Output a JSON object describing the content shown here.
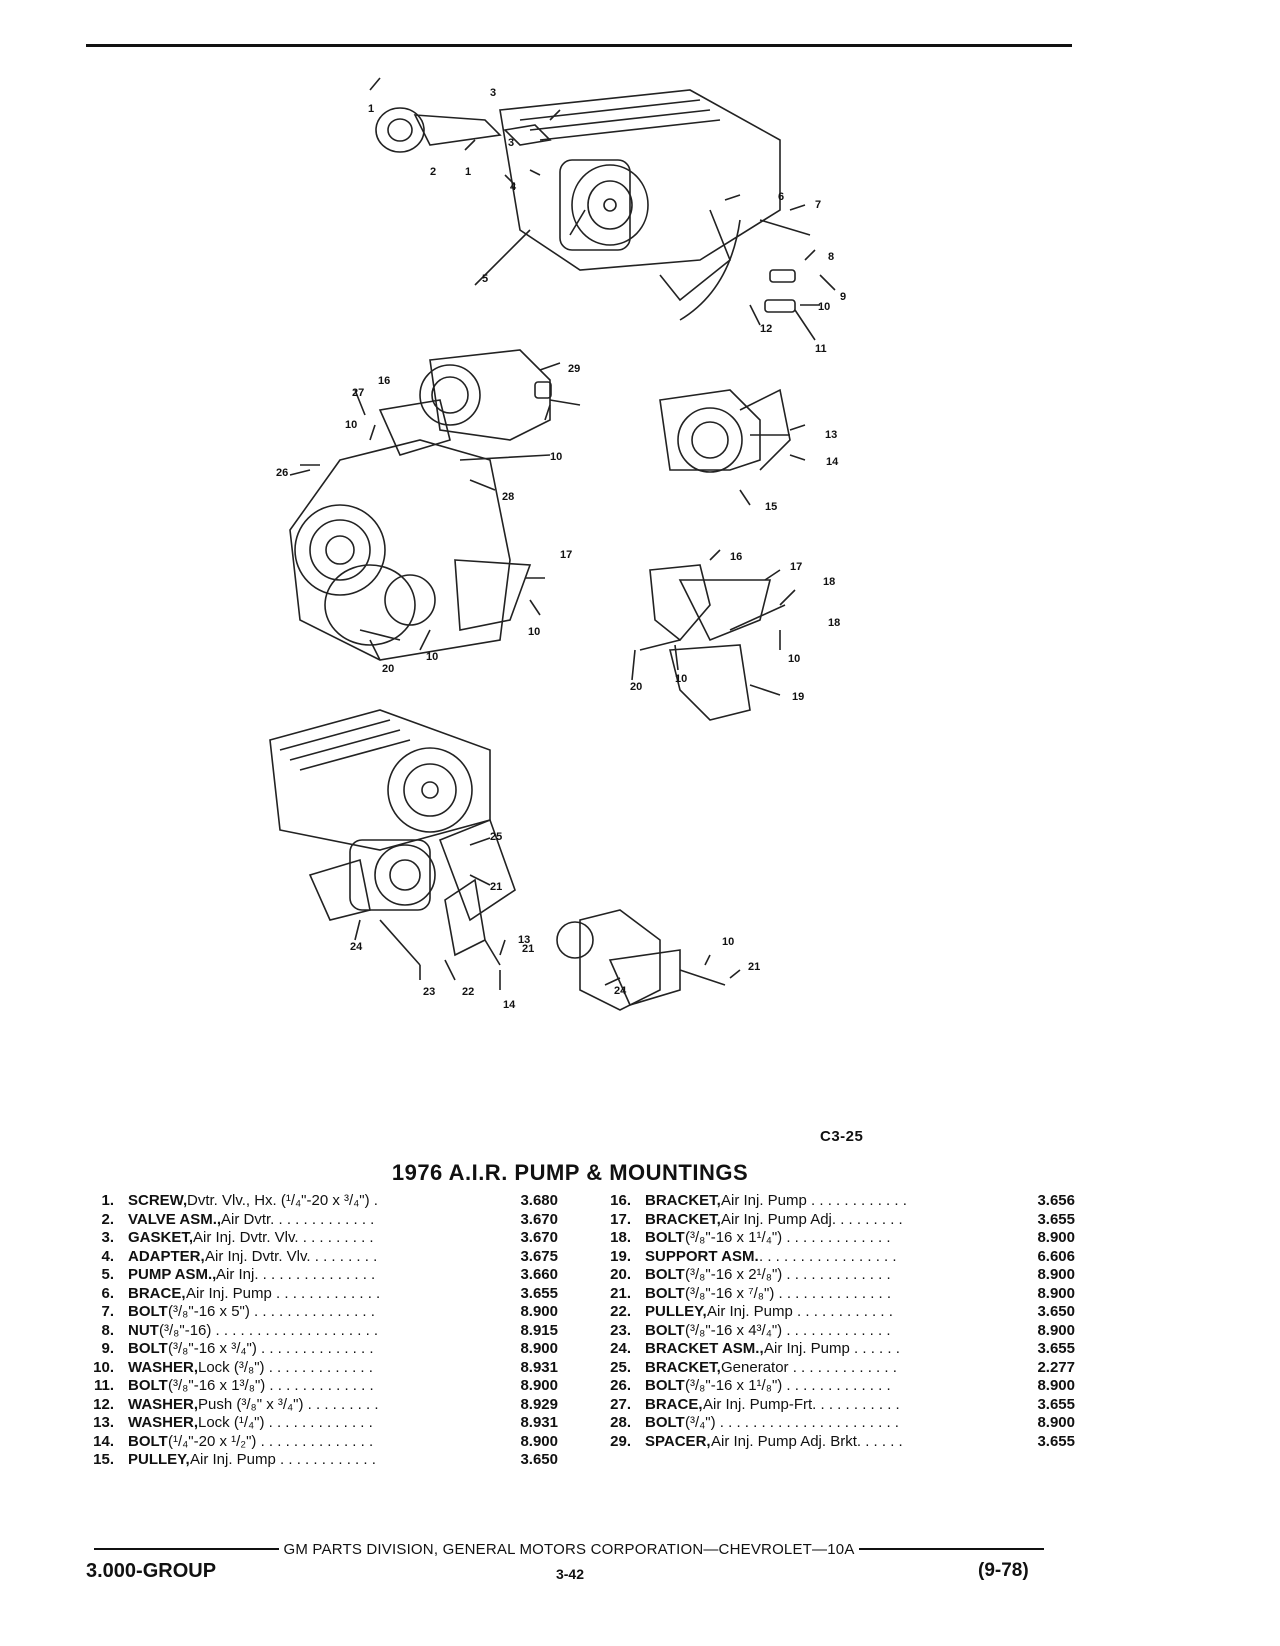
{
  "figure_code": "C3-25",
  "title": "1976 A.I.R. PUMP & MOUNTINGS",
  "callouts": [
    "1",
    "2",
    "3",
    "4",
    "5",
    "6",
    "7",
    "8",
    "9",
    "10",
    "11",
    "12",
    "13",
    "14",
    "15",
    "16",
    "17",
    "18",
    "19",
    "20",
    "21",
    "22",
    "23",
    "24",
    "25",
    "26",
    "27",
    "28",
    "29"
  ],
  "parts_left": [
    {
      "num": "1.",
      "name": "SCREW,",
      "desc": " Dvtr. Vlv., Hx. (¹/₄\"-20 x ³/₄\") .",
      "code": "3.680"
    },
    {
      "num": "2.",
      "name": "VALVE ASM.,",
      "desc": " Air Dvtr. . . . . . . . . . . . .",
      "code": "3.670"
    },
    {
      "num": "3.",
      "name": "GASKET,",
      "desc": " Air Inj. Dvtr. Vlv. . . . . . . . . .",
      "code": "3.670"
    },
    {
      "num": "4.",
      "name": "ADAPTER,",
      "desc": " Air Inj. Dvtr. Vlv. . . . . . . . .",
      "code": "3.675"
    },
    {
      "num": "5.",
      "name": "PUMP ASM.,",
      "desc": " Air Inj. . . . . . . . . . . . . . .",
      "code": "3.660"
    },
    {
      "num": "6.",
      "name": "BRACE,",
      "desc": " Air Inj. Pump . . . . . . . . . . . . .",
      "code": "3.655"
    },
    {
      "num": "7.",
      "name": "BOLT",
      "desc": " (³/₈\"-16 x 5\") . . . . . . . . . . . . . . .",
      "code": "8.900"
    },
    {
      "num": "8.",
      "name": "NUT",
      "desc": " (³/₈\"-16) . . . . . . . . . . . . . . . . . . . .",
      "code": "8.915"
    },
    {
      "num": "9.",
      "name": "BOLT",
      "desc": " (³/₈\"-16 x ³/₄\") . . . . . . . . . . . . . .",
      "code": "8.900"
    },
    {
      "num": "10.",
      "name": "WASHER,",
      "desc": " Lock (³/₈\") . . . . . . . . . . . . .",
      "code": "8.931"
    },
    {
      "num": "11.",
      "name": "BOLT",
      "desc": " (³/₈\"-16 x 1³/₈\") . . . . . . . . . . . . .",
      "code": "8.900"
    },
    {
      "num": "12.",
      "name": "WASHER,",
      "desc": " Push (³/₈\" x ³/₄\") . . . . . . . . .",
      "code": "8.929"
    },
    {
      "num": "13.",
      "name": "WASHER,",
      "desc": " Lock (¹/₄\") . . . . . . . . . . . . .",
      "code": "8.931"
    },
    {
      "num": "14.",
      "name": "BOLT",
      "desc": " (¹/₄\"-20 x ¹/₂\") . . . . . . . . . . . . . .",
      "code": "8.900"
    },
    {
      "num": "15.",
      "name": "PULLEY,",
      "desc": " Air Inj. Pump . . . . . . . . . . . .",
      "code": "3.650"
    }
  ],
  "parts_right": [
    {
      "num": "16.",
      "name": "BRACKET,",
      "desc": " Air Inj. Pump . . . . . . . . . . . .",
      "code": "3.656"
    },
    {
      "num": "17.",
      "name": "BRACKET,",
      "desc": " Air Inj. Pump Adj. . . . . . . . .",
      "code": "3.655"
    },
    {
      "num": "18.",
      "name": "BOLT",
      "desc": " (³/₈\"-16 x 1¹/₄\") . . . . . . . . . . . . .",
      "code": "8.900"
    },
    {
      "num": "19.",
      "name": "SUPPORT ASM.",
      "desc": " . . . . . . . . . . . . . . . . .",
      "code": "6.606"
    },
    {
      "num": "20.",
      "name": "BOLT",
      "desc": " (³/₈\"-16 x 2¹/₈\") . . . . . . . . . . . . .",
      "code": "8.900"
    },
    {
      "num": "21.",
      "name": "BOLT",
      "desc": " (³/₈\"-16 x ⁷/₈\") . . . . . . . . . . . . . .",
      "code": "8.900"
    },
    {
      "num": "22.",
      "name": "PULLEY,",
      "desc": " Air Inj. Pump . . . . . . . . . . . .",
      "code": "3.650"
    },
    {
      "num": "23.",
      "name": "BOLT",
      "desc": " (³/₈\"-16 x 4³/₄\") . . . . . . . . . . . . .",
      "code": "8.900"
    },
    {
      "num": "24.",
      "name": "BRACKET ASM.,",
      "desc": " Air Inj. Pump . . . . . .",
      "code": "3.655"
    },
    {
      "num": "25.",
      "name": "BRACKET,",
      "desc": " Generator . . . . . . . . . . . . .",
      "code": "2.277"
    },
    {
      "num": "26.",
      "name": "BOLT",
      "desc": " (³/₈\"-16 x 1¹/₈\") . . . . . . . . . . . . .",
      "code": "8.900"
    },
    {
      "num": "27.",
      "name": "BRACE,",
      "desc": " Air Inj. Pump-Frt. . . . . . . . . . .",
      "code": "3.655"
    },
    {
      "num": "28.",
      "name": "BOLT",
      "desc": " (³/₄\") . . . . . . . . . . . . . . . . . . . . . .",
      "code": "8.900"
    },
    {
      "num": "29.",
      "name": "SPACER,",
      "desc": " Air Inj. Pump Adj. Brkt. . . . . .",
      "code": "3.655"
    }
  ],
  "footer": {
    "text": "GM PARTS DIVISION, GENERAL MOTORS CORPORATION—CHEVROLET—10A",
    "group": "3.000-GROUP",
    "page": "3-42",
    "date": "(9-78)"
  }
}
